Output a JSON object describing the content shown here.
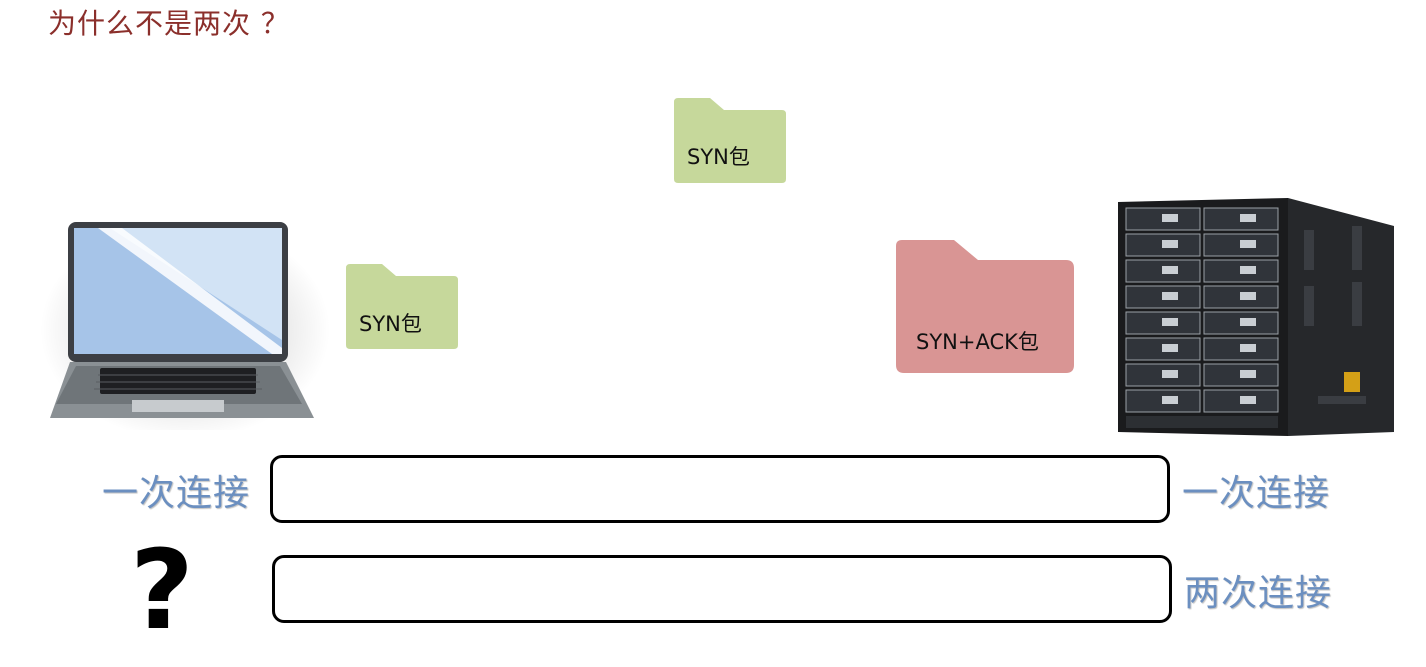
{
  "title": "为什么不是两次 ？",
  "packets": [
    {
      "id": "syn-packet-middle",
      "label": "SYN包",
      "color": "#c6d89b"
    },
    {
      "id": "syn-packet-left",
      "label": "SYN包",
      "color": "#c6d89b"
    },
    {
      "id": "syn-ack-packet",
      "label": "SYN+ACK包",
      "color": "#d99594"
    }
  ],
  "connections": {
    "left_label": "一次连接",
    "right_label_1": "一次连接",
    "right_label_2": "两次连接",
    "question": "?"
  },
  "devices": {
    "client": "laptop-icon",
    "server": "server-rack-icon"
  },
  "colors": {
    "title": "#8b2f2b",
    "label_blue": "#6b8fc0",
    "syn": "#c6d89b",
    "synack": "#d99594"
  }
}
